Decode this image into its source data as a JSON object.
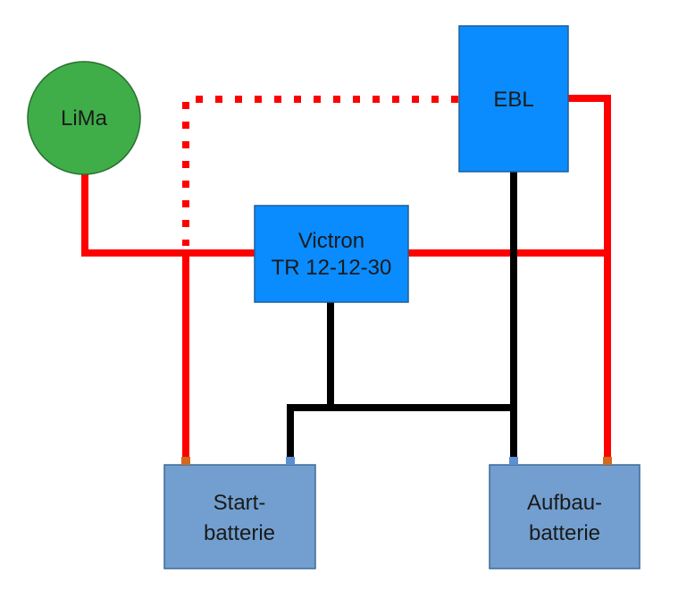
{
  "diagram": {
    "nodes": {
      "lima": {
        "label": "LiMa"
      },
      "ebl": {
        "label": "EBL"
      },
      "victron": {
        "line1": "Victron",
        "line2": "TR 12-12-30"
      },
      "start": {
        "line1": "Start-",
        "line2": "batterie"
      },
      "aufbau": {
        "line1": "Aufbau-",
        "line2": "batterie"
      }
    },
    "colors": {
      "positive_wire": "#ff0000",
      "negative_wire": "#000000",
      "lima_fill": "#3fae49",
      "ebl_fill": "#0a8cff",
      "victron_fill": "#0a8cff",
      "battery_fill": "#729fcf",
      "terminal_positive": "#d2691e",
      "terminal_negative": "#5b8fd1"
    }
  }
}
